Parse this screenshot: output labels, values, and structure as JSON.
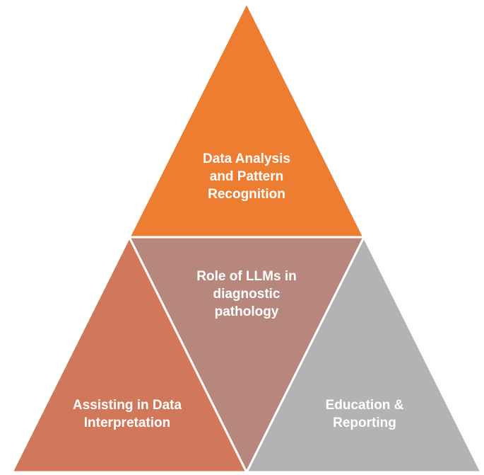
{
  "diagram": {
    "type": "triangle-composition",
    "colors": {
      "top": "#ED7D31",
      "center": "#B7877E",
      "left": "#D2785A",
      "right": "#B3B3B3",
      "border": "#ffffff",
      "text": "#ffffff"
    },
    "sections": {
      "top": {
        "lines": [
          "Data Analysis",
          "and Pattern",
          "Recognition"
        ]
      },
      "center": {
        "lines": [
          "Role of LLMs in",
          "diagnostic",
          "pathology"
        ]
      },
      "left": {
        "lines": [
          "Assisting in Data",
          "Interpretation"
        ]
      },
      "right": {
        "lines": [
          "Education &",
          "Reporting"
        ]
      }
    }
  }
}
